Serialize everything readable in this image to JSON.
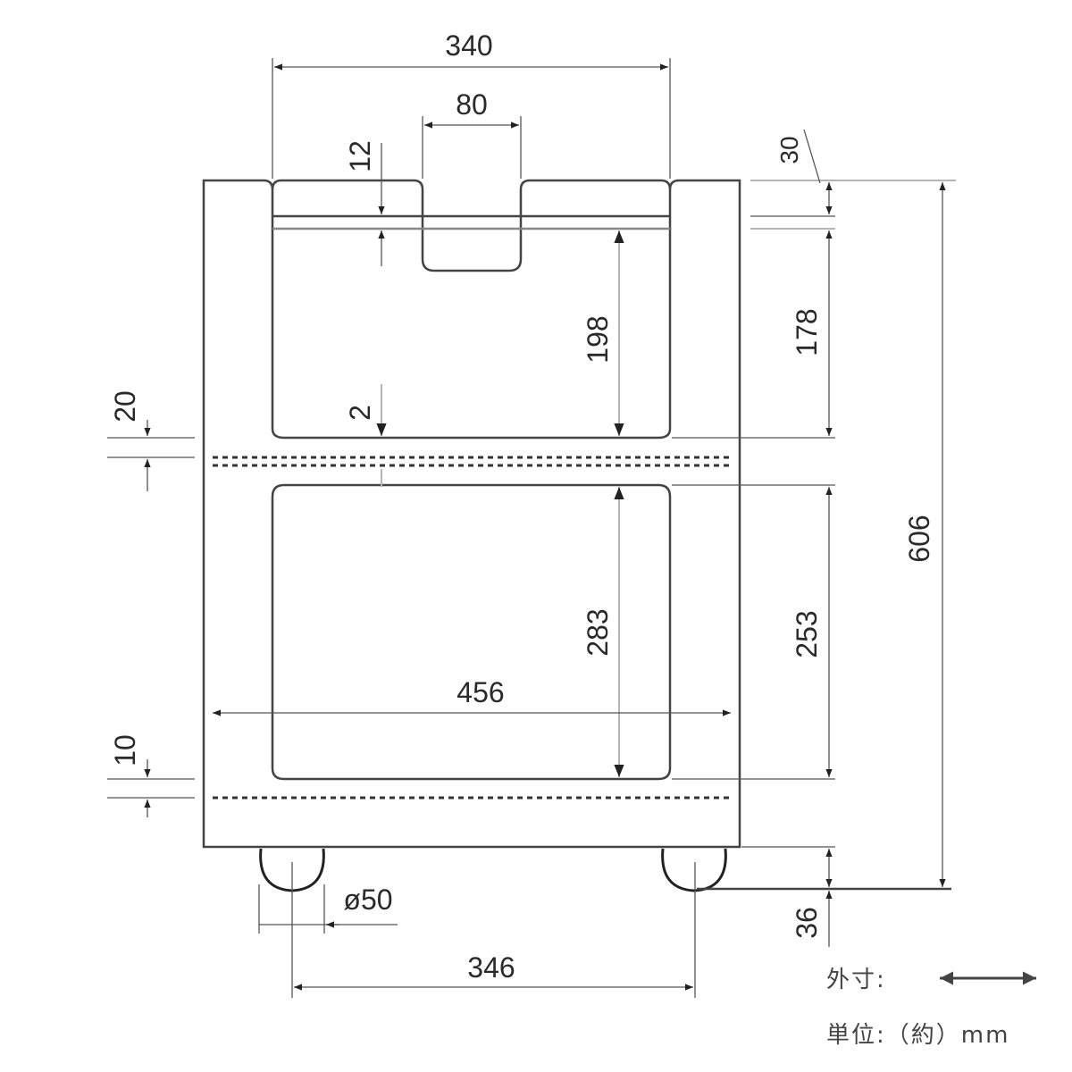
{
  "drawing": {
    "dimensions": {
      "overall_width_top": "340",
      "handle_width": "80",
      "bar_gap": "12",
      "top_offset": "30",
      "upper_inner_height": "198",
      "upper_height": "178",
      "shelf_gap": "20",
      "shelf_thickness": "2",
      "lower_inner_height": "283",
      "lower_height": "253",
      "overall_height": "606",
      "inner_width": "456",
      "bottom_gap": "10",
      "caster_diameter": "ø50",
      "caster_height": "36",
      "caster_spacing": "346"
    },
    "legend": {
      "outer_dim_label": "外寸:",
      "unit_label": "単位:（約）mm"
    }
  }
}
